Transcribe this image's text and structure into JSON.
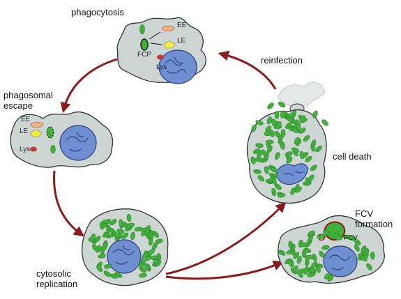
{
  "stages": {
    "phagocytosis": "phagocytosis",
    "phagosomal_escape": [
      "phagosomal",
      "escape"
    ],
    "cytosolic_replication": [
      "cytosolic",
      "replication"
    ],
    "fcv_formation": [
      "FCV",
      "formation"
    ],
    "cell_death": "cell death",
    "reinfection": "reinfection"
  },
  "organelles": {
    "ee": "EE",
    "le": "LE",
    "fcp": "FCP",
    "lys": "Lys",
    "fcv": "FCV"
  },
  "colors": {
    "cell": "#cdd6d2",
    "nucleus": "#6f8fd0",
    "bacteria": "#3fb03a",
    "arrow": "#8b1a1a",
    "early_endosome": "#f3b37a",
    "late_endosome": "#f2ee3a",
    "lysosome": "#c0393b"
  }
}
